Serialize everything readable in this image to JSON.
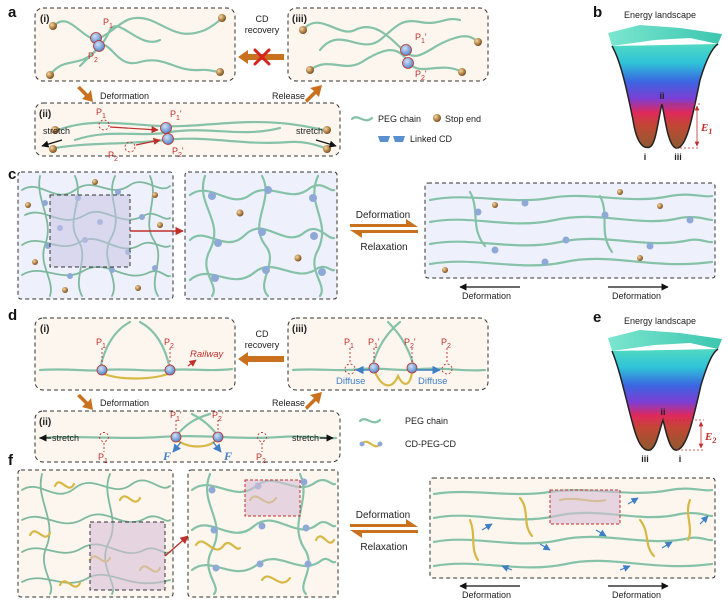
{
  "panels": {
    "a": "a",
    "b": "b",
    "c": "c",
    "d": "d",
    "e": "e",
    "f": "f"
  },
  "states": {
    "i": "(i)",
    "ii": "(ii)",
    "iii": "(iii)"
  },
  "points": {
    "p1": "P",
    "p2": "P",
    "sub1": "1",
    "sub2": "2",
    "prime": "'"
  },
  "labels": {
    "cd_recovery_1": "CD",
    "cd_recovery_2": "recovery",
    "deformation": "Deformation",
    "release": "Release",
    "relaxation": "Relaxation",
    "stretch": "stretch",
    "railway": "Railway",
    "diffuse": "Diffuse",
    "force": "F"
  },
  "legend_a": {
    "peg_chain": "PEG chain",
    "stop_end": "Stop end",
    "linked_cd": "Linked CD"
  },
  "legend_d": {
    "peg_chain": "PEG chain",
    "cd_peg_cd": "CD-PEG-CD"
  },
  "energy_b": {
    "title": "Energy landscape",
    "min_left": "i",
    "min_right": "iii",
    "barrier": "ii",
    "energy": "E",
    "energy_sub": "1"
  },
  "energy_e": {
    "title": "Energy landscape",
    "min_left": "iii",
    "min_right": "i",
    "barrier": "ii",
    "energy": "E",
    "energy_sub": "2"
  },
  "colors": {
    "peg": "#86c2a8",
    "cd_peg_cd": "#d8b844",
    "stop_end": "#b8874a",
    "linked_cd": "#5a8fd0",
    "red_marker": "#c0302b",
    "big_arrow": "#c9711f",
    "panel_fill": "#fdf6ef",
    "network_fill": "#eef1fb"
  }
}
